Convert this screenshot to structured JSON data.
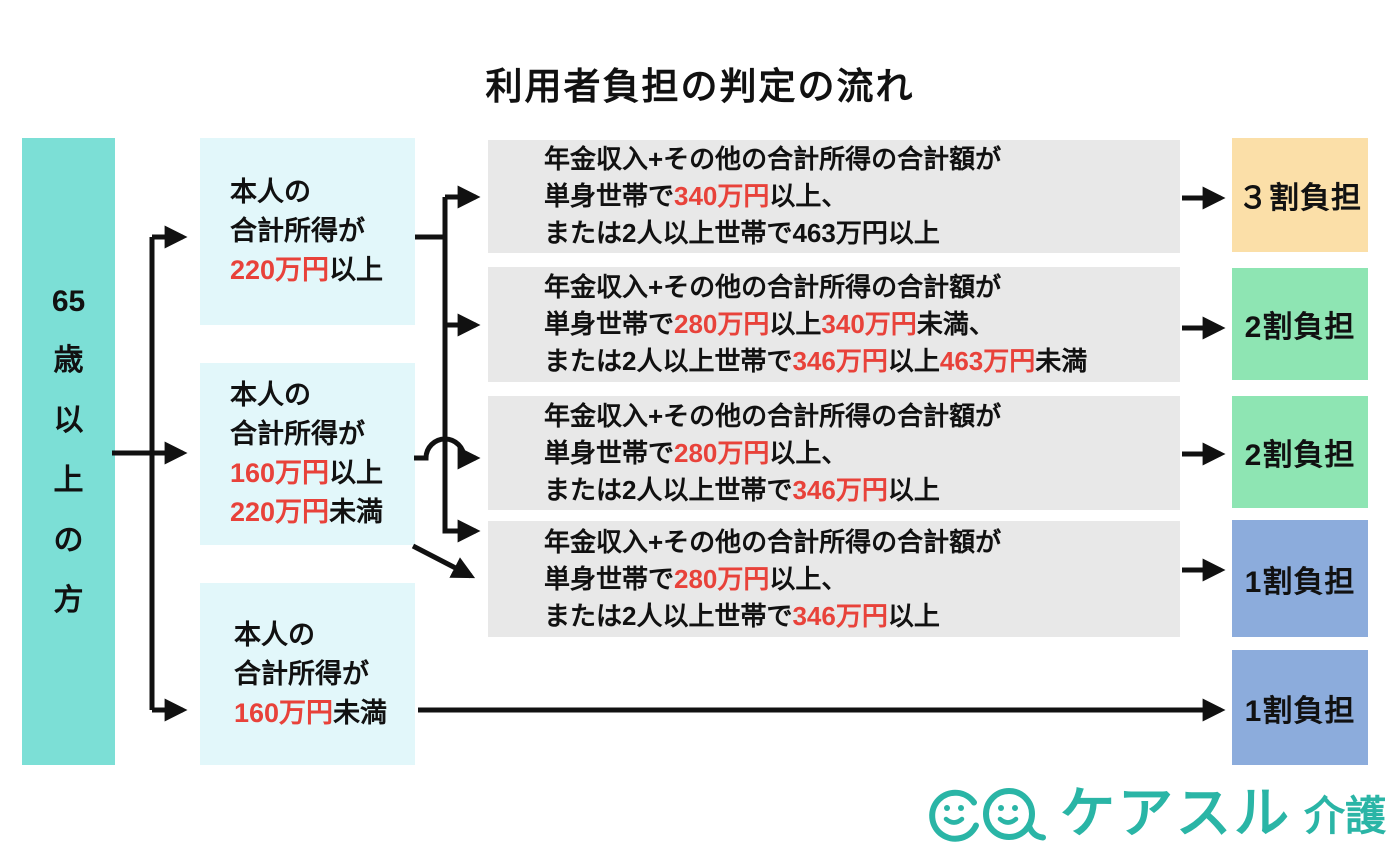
{
  "title": "利用者負担の判定の流れ",
  "age_group": {
    "label": "65歳以上の方",
    "lines": [
      [
        {
          "t": "65"
        }
      ],
      [
        {
          "t": "歳"
        }
      ],
      [
        {
          "t": "以"
        }
      ],
      [
        {
          "t": "上"
        }
      ],
      [
        {
          "t": "の"
        }
      ],
      [
        {
          "t": "方"
        }
      ]
    ]
  },
  "income_boxes": [
    {
      "label": "本人の合計所得が220万円以上",
      "lines": [
        [
          {
            "t": "本人の"
          }
        ],
        [
          {
            "t": "合計所得が"
          }
        ],
        [
          {
            "t": "220万円",
            "red": true
          },
          {
            "t": "以上"
          }
        ]
      ]
    },
    {
      "label": "本人の合計所得が160万円以上220万円未満",
      "lines": [
        [
          {
            "t": "本人の"
          }
        ],
        [
          {
            "t": "合計所得が"
          }
        ],
        [
          {
            "t": "160万円",
            "red": true
          },
          {
            "t": "以上"
          }
        ],
        [
          {
            "t": "220万円",
            "red": true
          },
          {
            "t": "未満"
          }
        ]
      ]
    },
    {
      "label": "本人の合計所得が160万円未満",
      "lines": [
        [
          {
            "t": "本人の"
          }
        ],
        [
          {
            "t": "合計所得が"
          }
        ],
        [
          {
            "t": "160万円",
            "red": true
          },
          {
            "t": "未満"
          }
        ]
      ]
    }
  ],
  "condition_boxes": [
    {
      "label": "年金収入+その他の合計所得の合計額が単身世帯で340万円以上、または2人以上世帯で463万円以上",
      "lines": [
        [
          {
            "t": "年金収入+その他の合計所得の合計額が"
          }
        ],
        [
          {
            "t": "単身世帯で"
          },
          {
            "t": "340万円",
            "red": true
          },
          {
            "t": "以上、"
          }
        ],
        [
          {
            "t": "または2人以上世帯で463万円以上"
          }
        ]
      ]
    },
    {
      "label": "年金収入+その他の合計所得の合計額が単身世帯で280万円以上340万円未満、または2人以上世帯で346万円以上463万円未満",
      "lines": [
        [
          {
            "t": "年金収入+その他の合計所得の合計額が"
          }
        ],
        [
          {
            "t": "単身世帯で"
          },
          {
            "t": "280万円",
            "red": true
          },
          {
            "t": "以上"
          },
          {
            "t": "340万円",
            "red": true
          },
          {
            "t": "未満、"
          }
        ],
        [
          {
            "t": "または2人以上世帯で"
          },
          {
            "t": "346万円",
            "red": true
          },
          {
            "t": "以上"
          },
          {
            "t": "463万円",
            "red": true
          },
          {
            "t": "未満"
          }
        ]
      ]
    },
    {
      "label": "年金収入+その他の合計所得の合計額が単身世帯で280万円以上、または2人以上世帯で346万円以上",
      "lines": [
        [
          {
            "t": "年金収入+その他の合計所得の合計額が"
          }
        ],
        [
          {
            "t": "単身世帯で"
          },
          {
            "t": "280万円",
            "red": true
          },
          {
            "t": "以上、"
          }
        ],
        [
          {
            "t": "または2人以上世帯で"
          },
          {
            "t": "346万円",
            "red": true
          },
          {
            "t": "以上"
          }
        ]
      ]
    },
    {
      "label": "年金収入+その他の合計所得の合計額が単身世帯で280万円以上、または2人以上世帯で346万円以上",
      "lines": [
        [
          {
            "t": "年金収入+その他の合計所得の合計額が"
          }
        ],
        [
          {
            "t": "単身世帯で"
          },
          {
            "t": "280万円",
            "red": true
          },
          {
            "t": "以上、"
          }
        ],
        [
          {
            "t": "または2人以上世帯で"
          },
          {
            "t": "346万円",
            "red": true
          },
          {
            "t": "以上"
          }
        ]
      ]
    }
  ],
  "result_boxes": [
    {
      "label": "３割負担"
    },
    {
      "label": "2割負担"
    },
    {
      "label": "2割負担"
    },
    {
      "label": "1割負担"
    },
    {
      "label": "1割負担"
    }
  ],
  "logo": {
    "brand": "ケアスル",
    "suffix": "介護"
  },
  "colors": {
    "age_box": "#7CDFD6",
    "income_box": "#E2F7FA",
    "condition_box": "#E8E8E8",
    "burden_30": "#FBDFA8",
    "burden_20": "#8EE5B3",
    "burden_10": "#8CACDC",
    "highlight_red": "#E8423A",
    "text": "#111111",
    "arrow": "#111111",
    "logo_teal": "#2AB5A6"
  }
}
